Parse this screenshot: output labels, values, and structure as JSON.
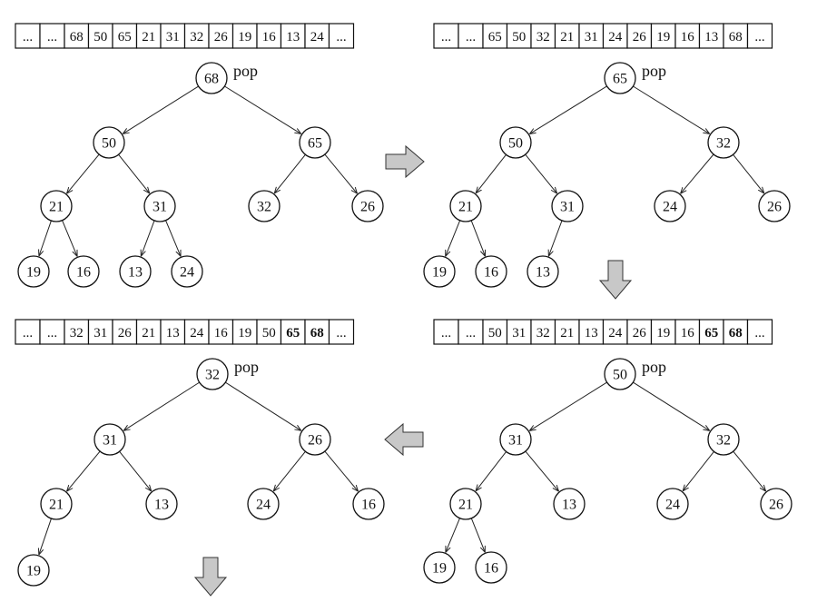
{
  "panels": [
    {
      "id": "panel-1",
      "array": [
        "...",
        "...",
        "68",
        "50",
        "65",
        "21",
        "31",
        "32",
        "26",
        "19",
        "16",
        "13",
        "24",
        "..."
      ],
      "bold_cells": [],
      "pop_label": "pop",
      "nodes": [
        {
          "id": "n1",
          "label": "68"
        },
        {
          "id": "n2",
          "label": "50"
        },
        {
          "id": "n3",
          "label": "65"
        },
        {
          "id": "n4",
          "label": "21"
        },
        {
          "id": "n5",
          "label": "31"
        },
        {
          "id": "n6",
          "label": "32"
        },
        {
          "id": "n7",
          "label": "26"
        },
        {
          "id": "n8",
          "label": "19"
        },
        {
          "id": "n9",
          "label": "16"
        },
        {
          "id": "n10",
          "label": "13"
        },
        {
          "id": "n11",
          "label": "24"
        }
      ],
      "edges": [
        [
          "n1",
          "n2"
        ],
        [
          "n1",
          "n3"
        ],
        [
          "n2",
          "n4"
        ],
        [
          "n2",
          "n5"
        ],
        [
          "n3",
          "n6"
        ],
        [
          "n3",
          "n7"
        ],
        [
          "n4",
          "n8"
        ],
        [
          "n4",
          "n9"
        ],
        [
          "n5",
          "n10"
        ],
        [
          "n5",
          "n11"
        ]
      ]
    },
    {
      "id": "panel-2",
      "array": [
        "...",
        "...",
        "65",
        "50",
        "32",
        "21",
        "31",
        "24",
        "26",
        "19",
        "16",
        "13",
        "68",
        "..."
      ],
      "bold_cells": [],
      "pop_label": "pop",
      "nodes": [
        {
          "id": "n1",
          "label": "65"
        },
        {
          "id": "n2",
          "label": "50"
        },
        {
          "id": "n3",
          "label": "32"
        },
        {
          "id": "n4",
          "label": "21"
        },
        {
          "id": "n5",
          "label": "31"
        },
        {
          "id": "n6",
          "label": "24"
        },
        {
          "id": "n7",
          "label": "26"
        },
        {
          "id": "n8",
          "label": "19"
        },
        {
          "id": "n9",
          "label": "16"
        },
        {
          "id": "n10",
          "label": "13"
        }
      ],
      "edges": [
        [
          "n1",
          "n2"
        ],
        [
          "n1",
          "n3"
        ],
        [
          "n2",
          "n4"
        ],
        [
          "n2",
          "n5"
        ],
        [
          "n3",
          "n6"
        ],
        [
          "n3",
          "n7"
        ],
        [
          "n4",
          "n8"
        ],
        [
          "n4",
          "n9"
        ],
        [
          "n5",
          "n10"
        ]
      ]
    },
    {
      "id": "panel-3",
      "array": [
        "...",
        "...",
        "50",
        "31",
        "32",
        "21",
        "13",
        "24",
        "26",
        "19",
        "16",
        "65",
        "68",
        "..."
      ],
      "bold_cells": [
        11,
        12
      ],
      "pop_label": "pop",
      "nodes": [
        {
          "id": "n1",
          "label": "50"
        },
        {
          "id": "n2",
          "label": "31"
        },
        {
          "id": "n3",
          "label": "32"
        },
        {
          "id": "n4",
          "label": "21"
        },
        {
          "id": "n5",
          "label": "13"
        },
        {
          "id": "n6",
          "label": "24"
        },
        {
          "id": "n7",
          "label": "26"
        },
        {
          "id": "n8",
          "label": "19"
        },
        {
          "id": "n9",
          "label": "16"
        }
      ],
      "edges": [
        [
          "n1",
          "n2"
        ],
        [
          "n1",
          "n3"
        ],
        [
          "n2",
          "n4"
        ],
        [
          "n2",
          "n5"
        ],
        [
          "n3",
          "n6"
        ],
        [
          "n3",
          "n7"
        ],
        [
          "n4",
          "n8"
        ],
        [
          "n4",
          "n9"
        ]
      ]
    },
    {
      "id": "panel-4",
      "array": [
        "...",
        "...",
        "32",
        "31",
        "26",
        "21",
        "13",
        "24",
        "16",
        "19",
        "50",
        "65",
        "68",
        "..."
      ],
      "bold_cells": [
        11,
        12
      ],
      "pop_label": "pop",
      "nodes": [
        {
          "id": "n1",
          "label": "32"
        },
        {
          "id": "n2",
          "label": "31"
        },
        {
          "id": "n3",
          "label": "26"
        },
        {
          "id": "n4",
          "label": "21"
        },
        {
          "id": "n5",
          "label": "13"
        },
        {
          "id": "n6",
          "label": "24"
        },
        {
          "id": "n7",
          "label": "16"
        },
        {
          "id": "n8",
          "label": "19"
        }
      ],
      "edges": [
        [
          "n1",
          "n2"
        ],
        [
          "n1",
          "n3"
        ],
        [
          "n2",
          "n4"
        ],
        [
          "n2",
          "n5"
        ],
        [
          "n3",
          "n6"
        ],
        [
          "n3",
          "n7"
        ],
        [
          "n4",
          "n8"
        ]
      ]
    }
  ],
  "flow_arrows": [
    {
      "id": "arrow-1-to-2",
      "direction": "right"
    },
    {
      "id": "arrow-2-to-3",
      "direction": "down"
    },
    {
      "id": "arrow-3-to-4",
      "direction": "left"
    },
    {
      "id": "arrow-4-next",
      "direction": "down"
    }
  ],
  "colors": {
    "arrow_fill": "#c8c8c8",
    "line": "#222222"
  }
}
